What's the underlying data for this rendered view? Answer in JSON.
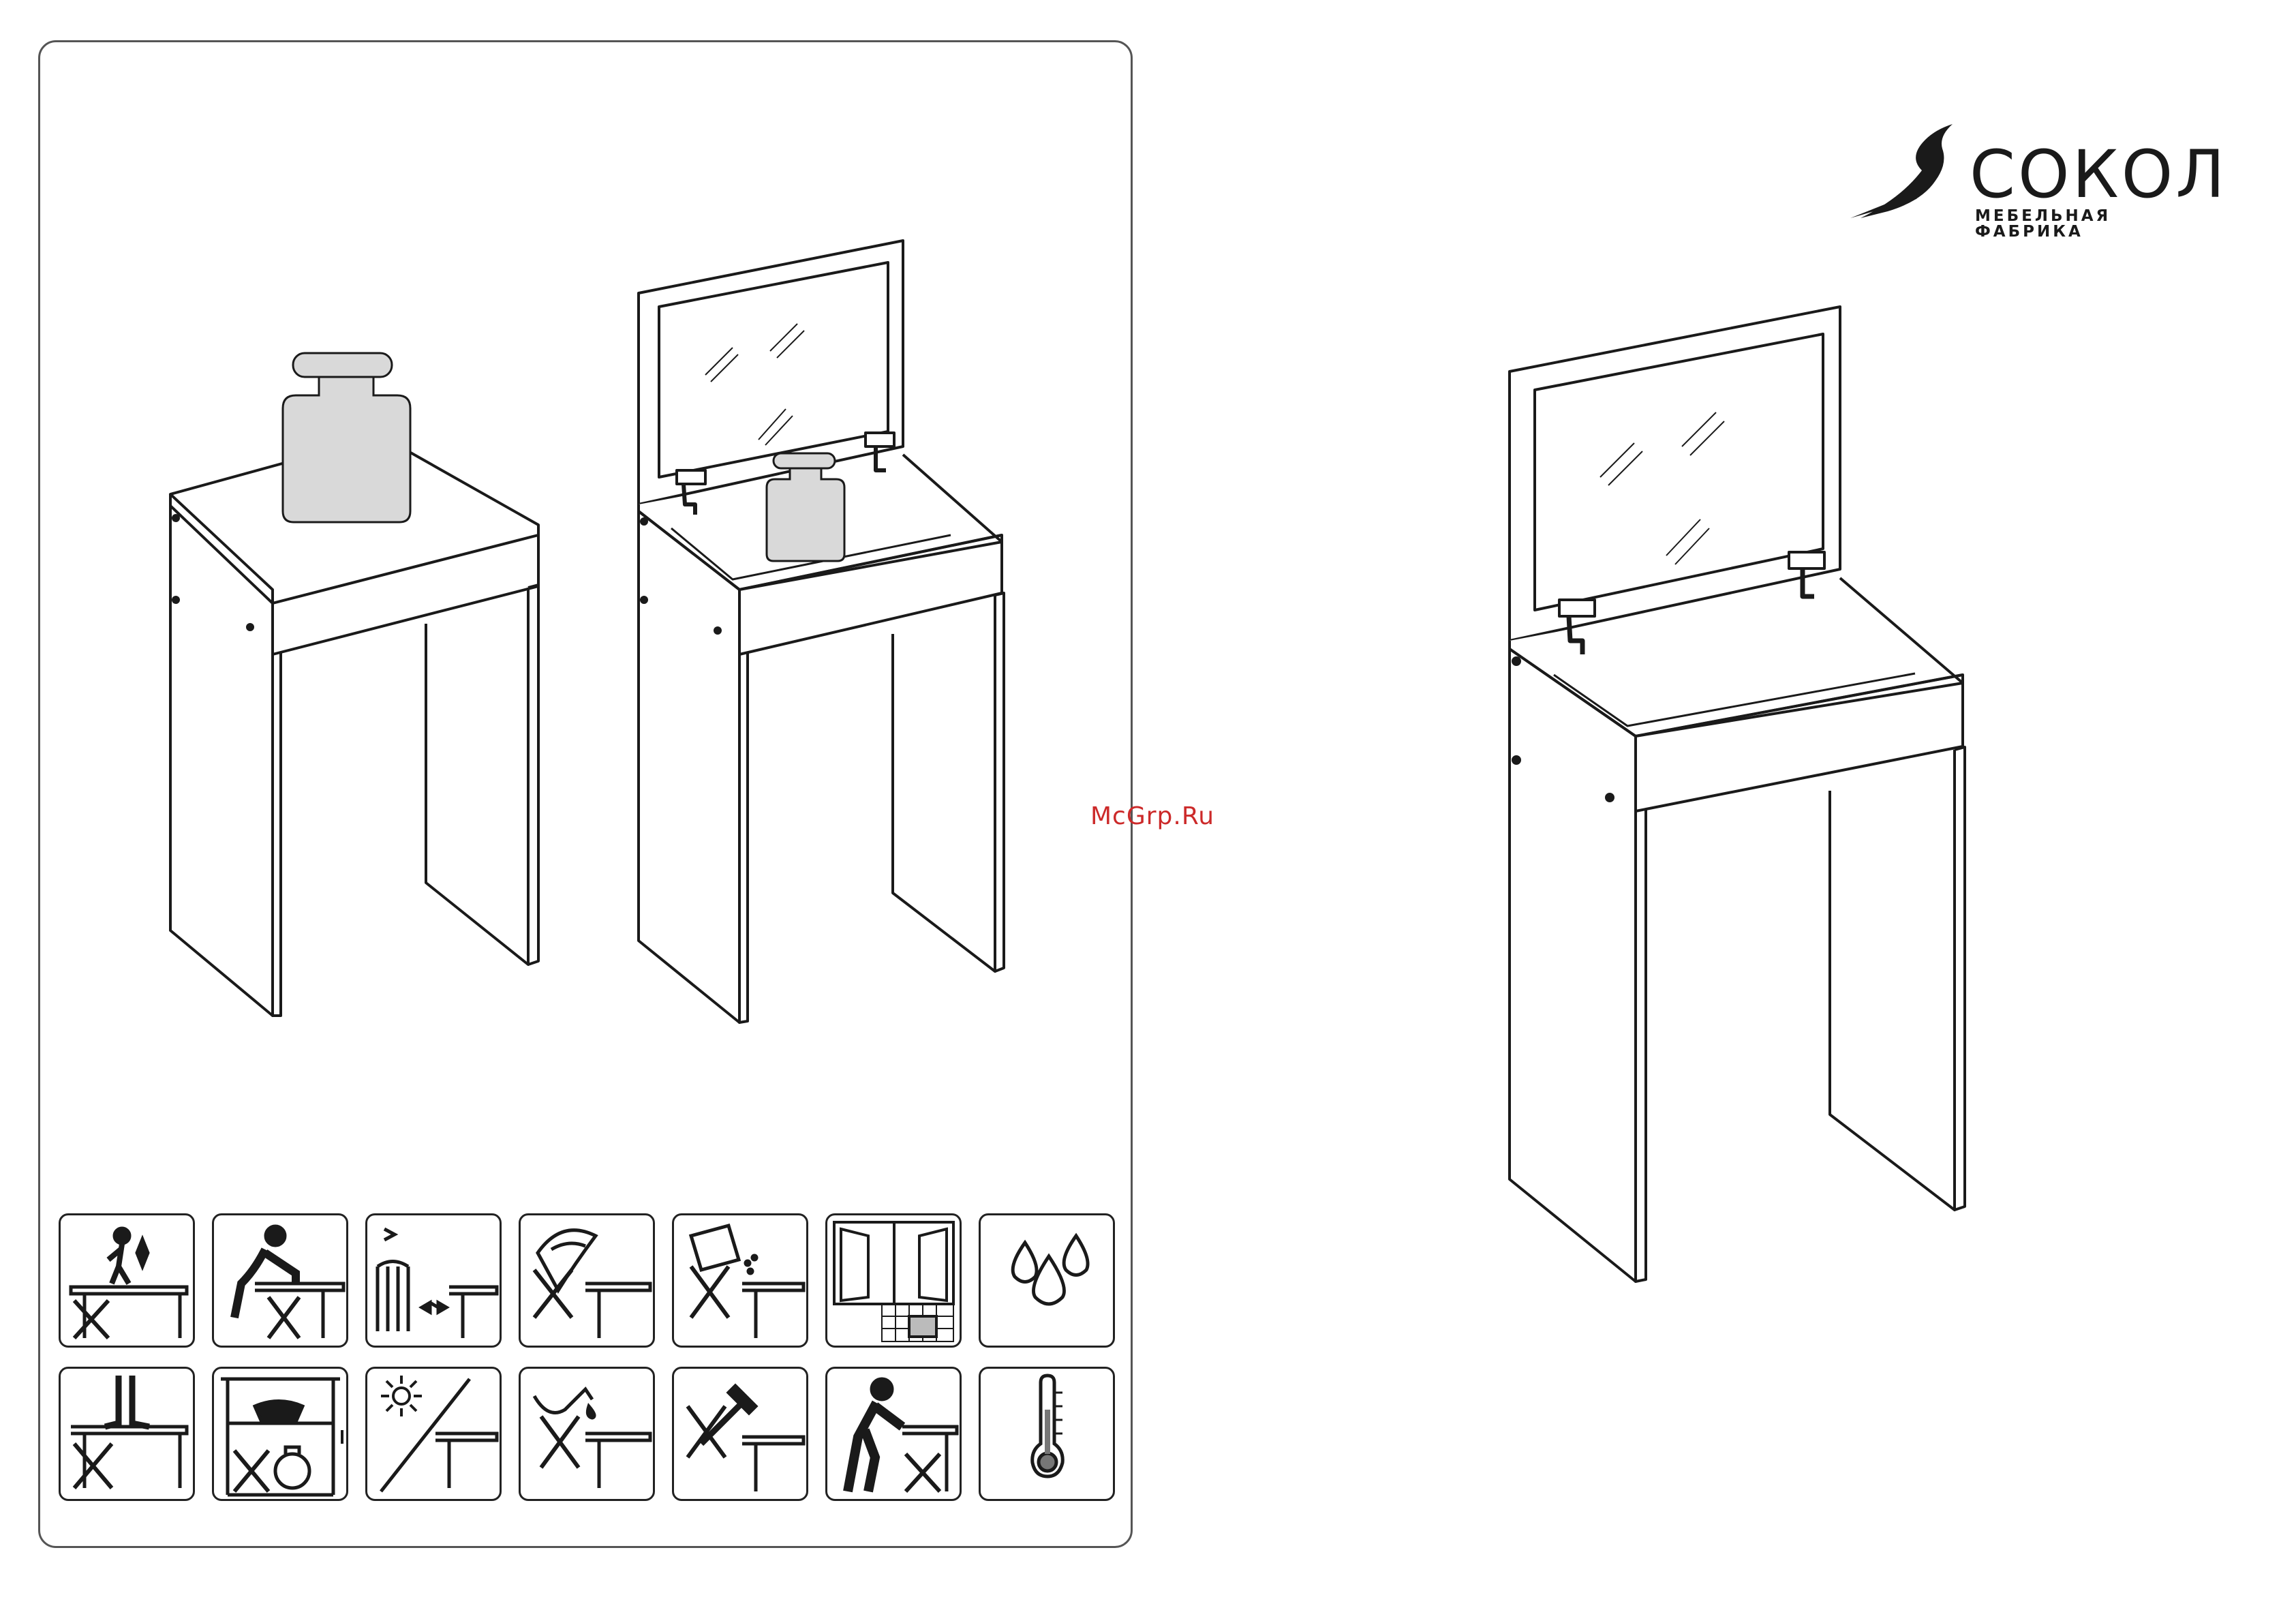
{
  "logo": {
    "brand_name": "СОКОЛ",
    "tagline": "МЕБЕЛЬНАЯ ФАБРИКА"
  },
  "watermark": {
    "text": "McGrp.Ru"
  },
  "colors": {
    "line": "#1a1a1a",
    "panel_border": "#555555",
    "weight_fill": "#d9d9d9",
    "watermark": "#cc2a2a"
  },
  "drawings": [
    {
      "name": "table-closed-with-weight",
      "icon": "vanity-table-closed"
    },
    {
      "name": "table-open-with-weight",
      "icon": "vanity-table-open"
    },
    {
      "name": "table-open-mirror",
      "icon": "vanity-table-open"
    }
  ],
  "care_icons": {
    "row1": [
      {
        "name": "no-standing-on-table-icon"
      },
      {
        "name": "no-sitting-on-table-icon"
      },
      {
        "name": "keep-away-from-heater-icon"
      },
      {
        "name": "no-rough-cleaning-icon"
      },
      {
        "name": "no-abrasive-cleaner-icon"
      },
      {
        "name": "ventilated-room-icon"
      },
      {
        "name": "humidity-icon"
      }
    ],
    "row2": [
      {
        "name": "no-heavy-load-icon"
      },
      {
        "name": "no-overloading-shelves-icon"
      },
      {
        "name": "avoid-direct-sunlight-icon"
      },
      {
        "name": "no-liquid-spills-icon"
      },
      {
        "name": "no-impact-icon"
      },
      {
        "name": "no-dragging-furniture-icon"
      },
      {
        "name": "temperature-icon"
      }
    ]
  }
}
